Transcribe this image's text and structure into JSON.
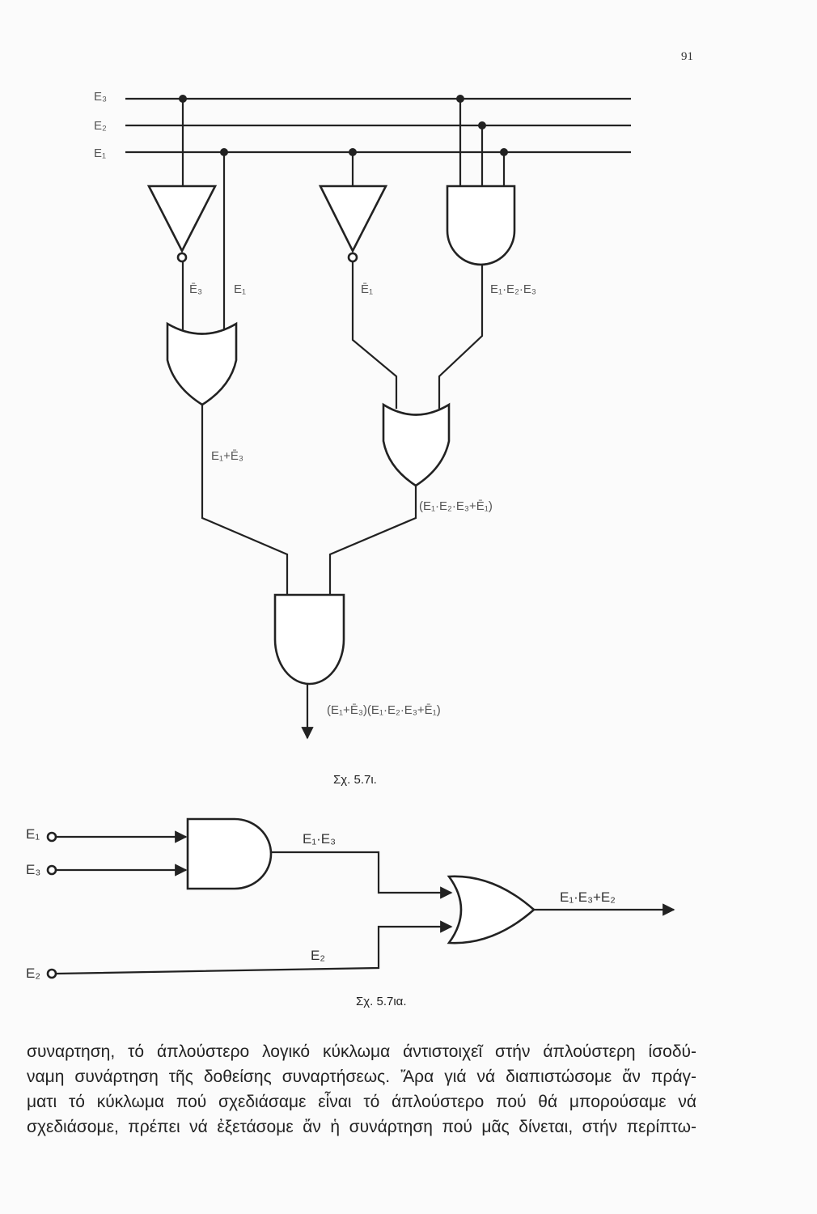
{
  "page_number": "91",
  "figure1": {
    "bus_labels": [
      "E₃",
      "E₂",
      "E₁"
    ],
    "labels": {
      "not_e3": "Ē₃",
      "e1": "E₁",
      "not_e1": "Ē₁",
      "and3": "E₁·E₂·E₃",
      "or1": "E₁+Ē₃",
      "or2": "(E₁·E₂·E₃+Ē₁)",
      "output": "(E₁+Ē₃)(E₁·E₂·E₃+Ē₁)"
    },
    "caption": "Σχ. 5.7ι."
  },
  "figure2": {
    "inputs": [
      "E₁",
      "E₃",
      "E₂"
    ],
    "labels": {
      "and": "E₁·E₃",
      "e2": "E₂",
      "output": "E₁·E₃+E₂"
    },
    "caption": "Σχ. 5.7ια."
  },
  "paragraph": [
    "συναρτηση, τό άπλούστερο λογικό κύκλωμα άντιστοιχεῖ στήν άπλούστερη ίσοδύ-",
    "ναμη συνάρτηση τῆς δοθείσης συναρτήσεως. Ἄρα γιά νά διαπιστώσομε ἄν πράγ-",
    "ματι τό κύκλωμα πού σχεδιάσαμε εἶναι τό άπλούστερο πού θά μπορούσαμε νά",
    "σχεδιάσομε, πρέπει νά ἐξετάσομε ἄν ἡ συνάρτηση πού μᾶς δίνεται, στήν περίπτω-"
  ]
}
